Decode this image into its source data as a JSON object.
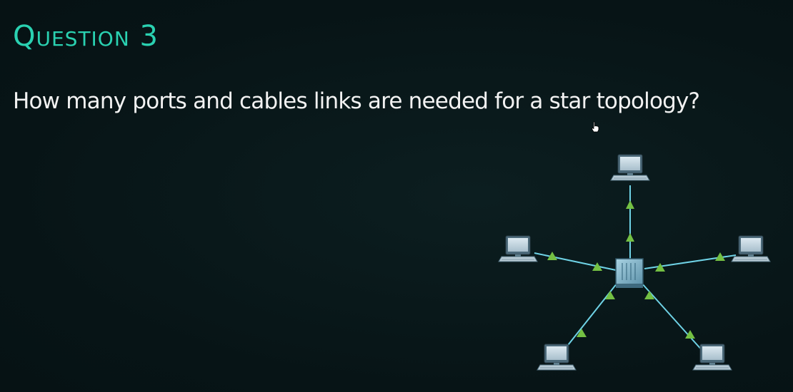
{
  "slide": {
    "title": "Question 3",
    "question": "How many ports and cables links are needed for a star topology?"
  },
  "colors": {
    "background": "#081618",
    "title": "#2ad1b1",
    "question_text": "#f2f2f2",
    "cable": "#6fd3e6",
    "port_indicator": "#74c043",
    "device": "#9fbfcf"
  },
  "diagram": {
    "hub": {
      "icon": "switch-icon"
    },
    "nodes": [
      {
        "id": "top",
        "icon": "computer-icon"
      },
      {
        "id": "left",
        "icon": "computer-icon"
      },
      {
        "id": "right",
        "icon": "computer-icon"
      },
      {
        "id": "bottom-left",
        "icon": "computer-icon"
      },
      {
        "id": "bottom-right",
        "icon": "computer-icon"
      }
    ]
  },
  "cursor": {
    "icon": "hand-pointer-icon"
  }
}
